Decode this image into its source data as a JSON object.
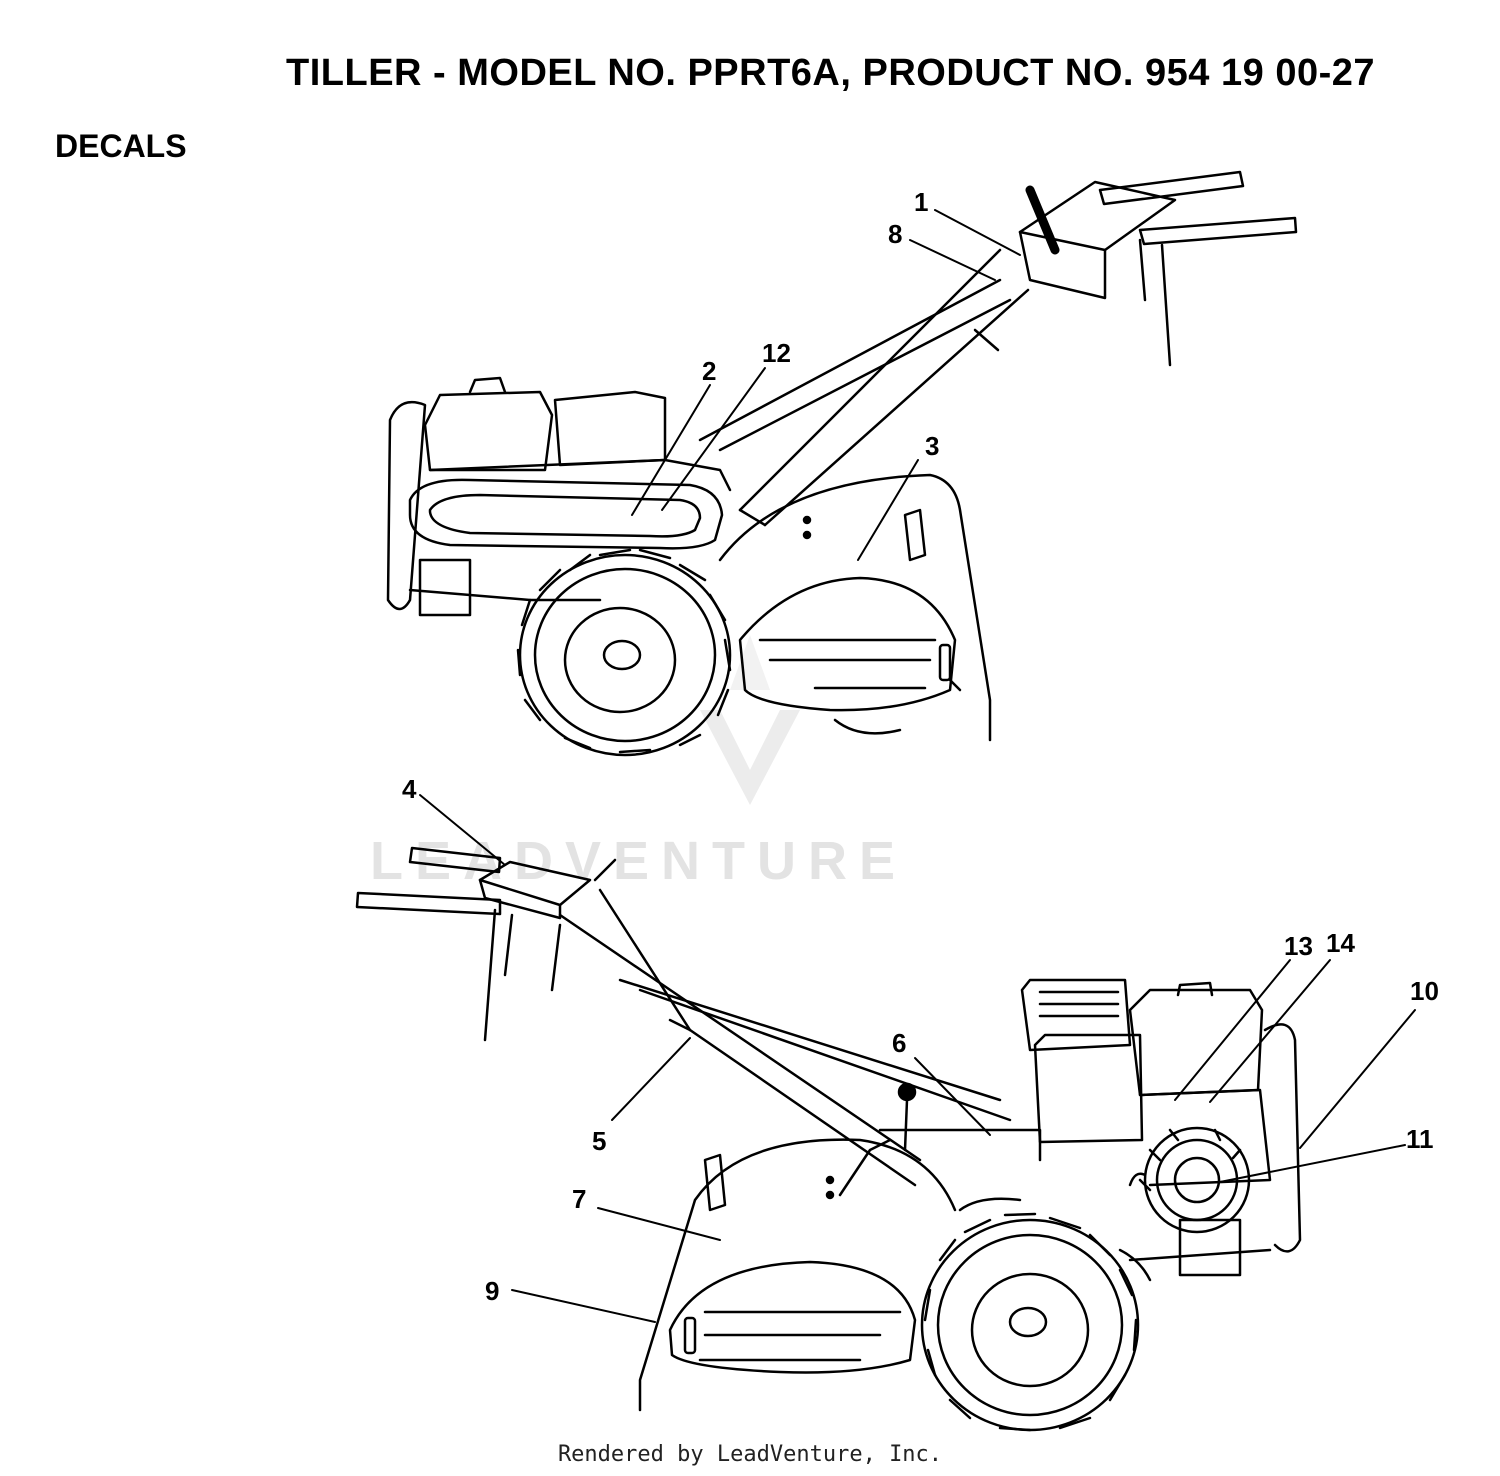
{
  "header": {
    "title": "TILLER - MODEL NO. PPRT6A, PRODUCT NO. 954 19 00-27",
    "section": "DECALS"
  },
  "watermark": {
    "text": "LEADVENTURE"
  },
  "footer": {
    "text": "Rendered by LeadVenture, Inc."
  },
  "views": [
    {
      "id": "upper-view",
      "callouts": [
        {
          "label": "1"
        },
        {
          "label": "8"
        },
        {
          "label": "2"
        },
        {
          "label": "12"
        },
        {
          "label": "3"
        }
      ]
    },
    {
      "id": "lower-view",
      "callouts": [
        {
          "label": "4"
        },
        {
          "label": "13"
        },
        {
          "label": "14"
        },
        {
          "label": "10"
        },
        {
          "label": "6"
        },
        {
          "label": "5"
        },
        {
          "label": "11"
        },
        {
          "label": "7"
        },
        {
          "label": "9"
        }
      ]
    }
  ]
}
